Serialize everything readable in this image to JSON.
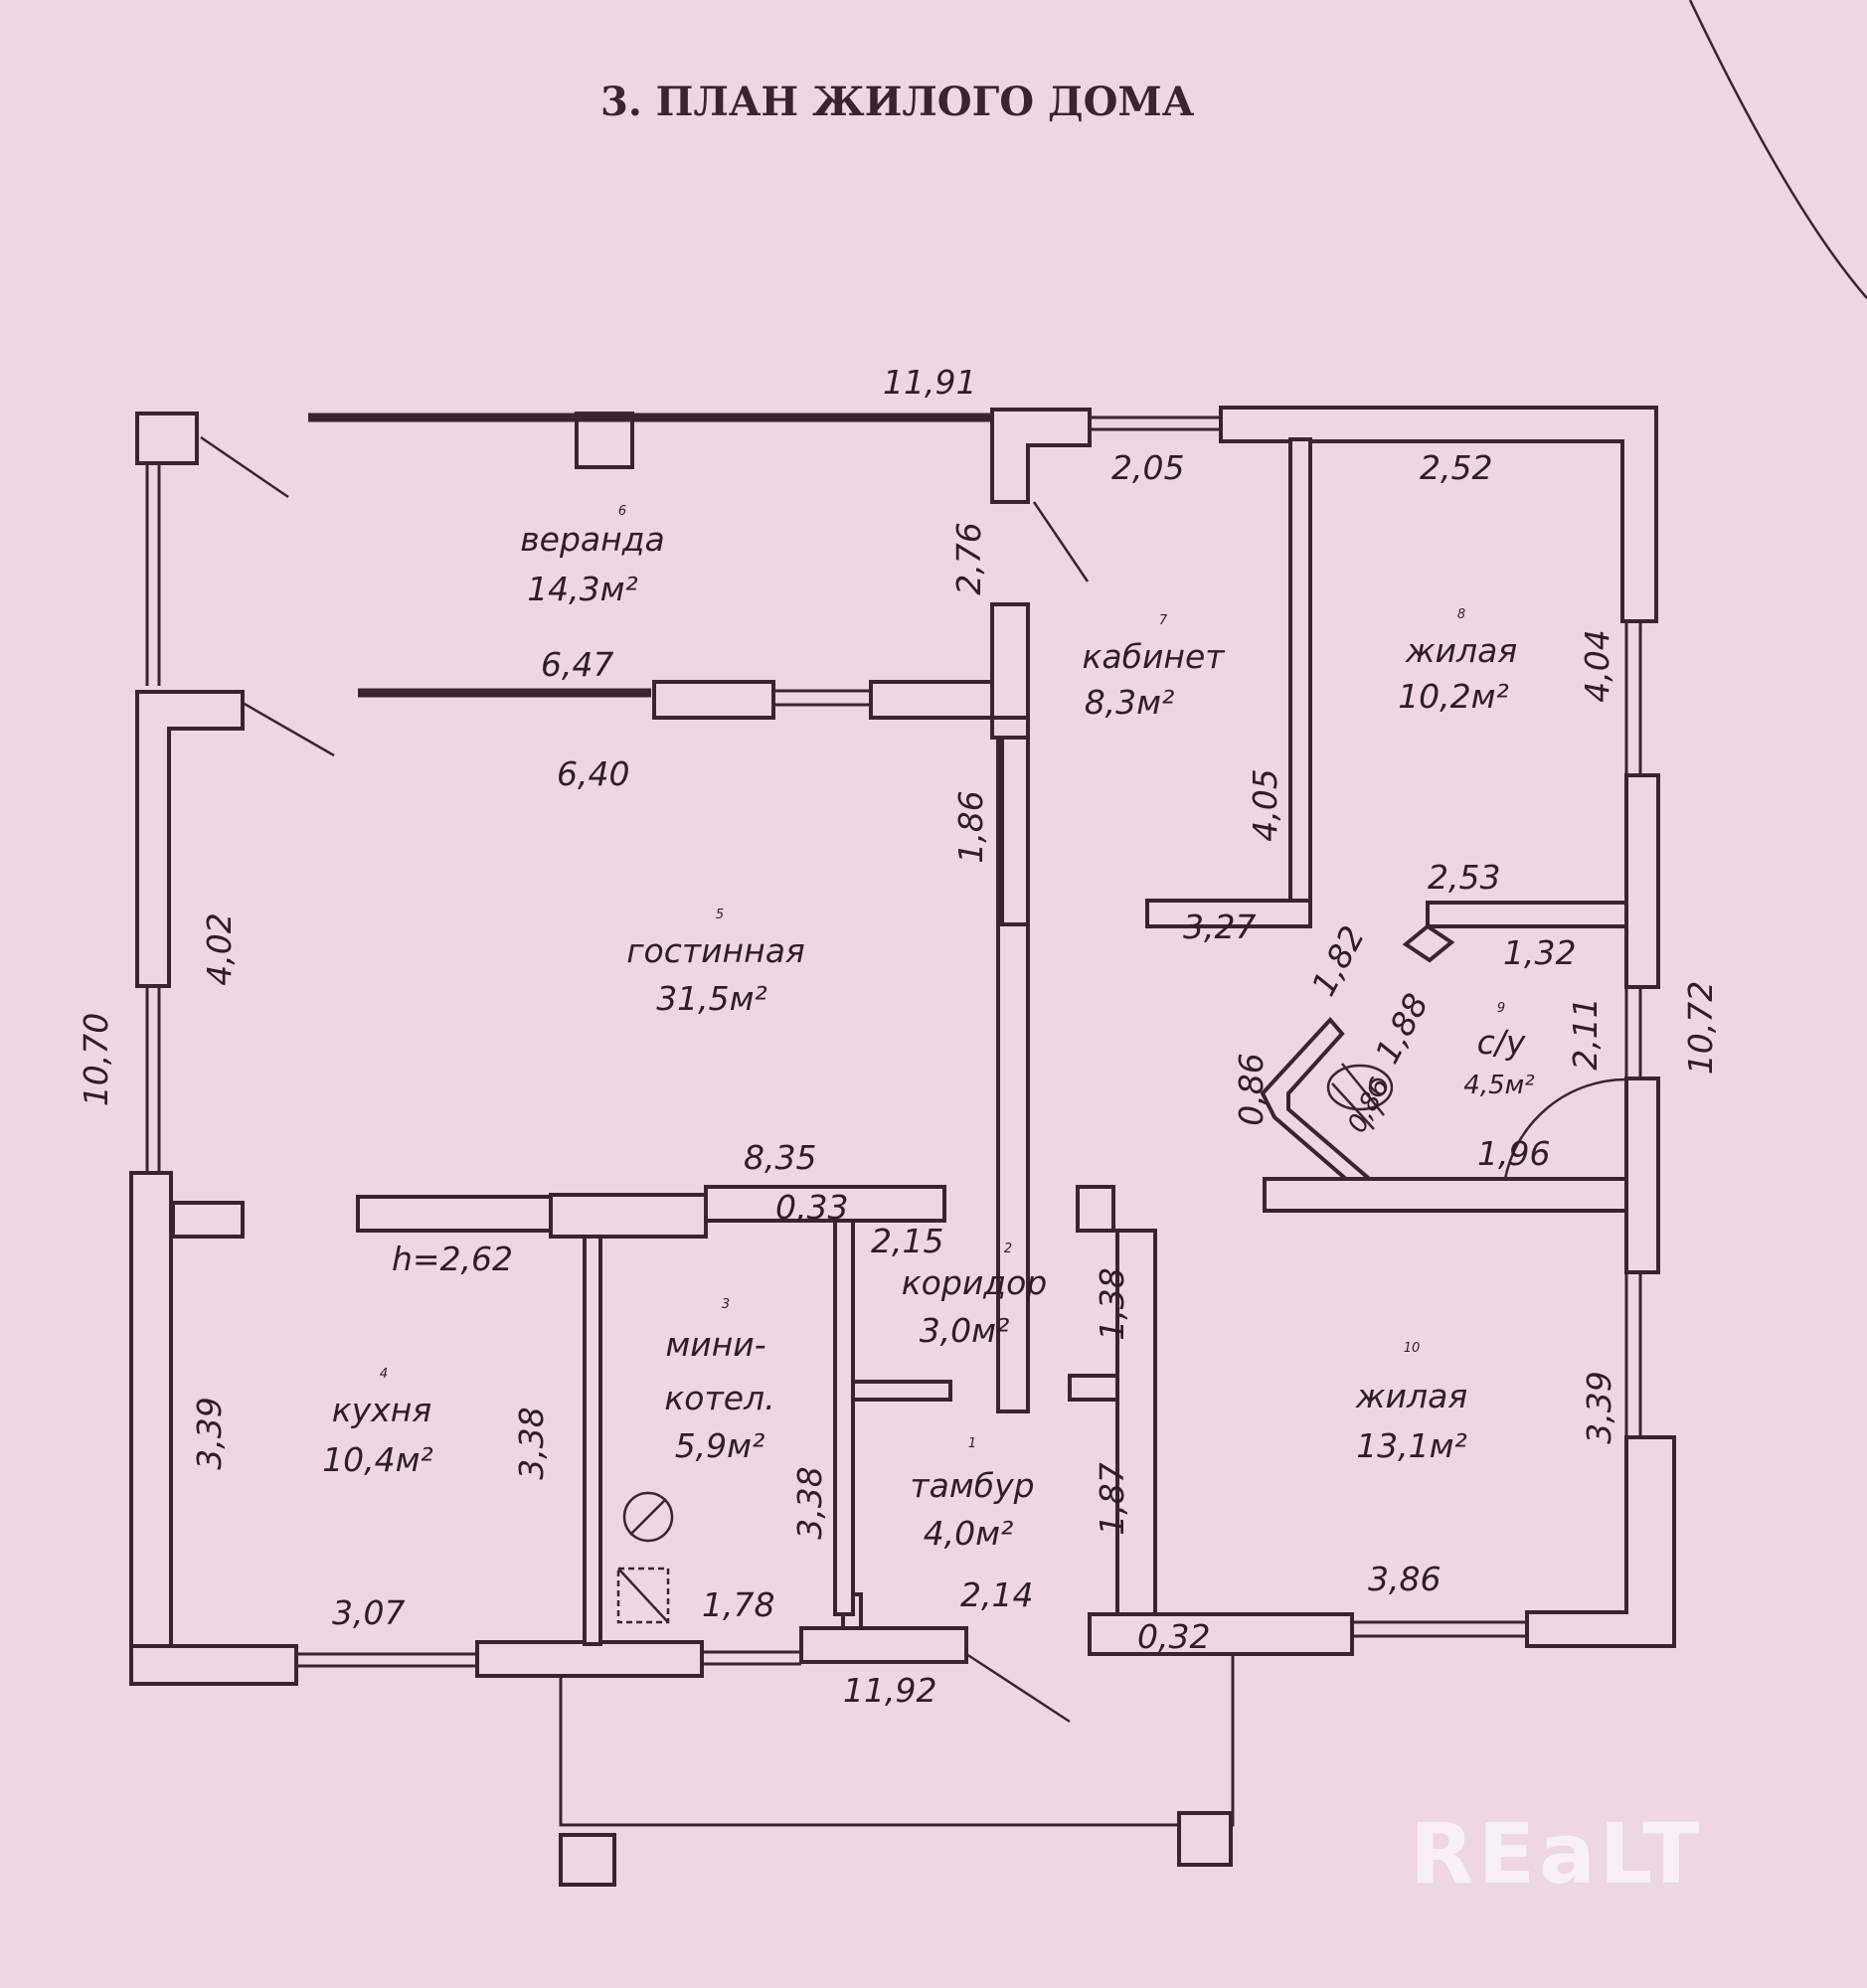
{
  "title": "3. ПЛАН ЖИЛОГО ДОМА",
  "watermark": "REaLT",
  "rooms": [
    {
      "num": "1",
      "name": "тамбур",
      "area": "4,0м²"
    },
    {
      "num": "2",
      "name": "коридор",
      "area": "3,0м²"
    },
    {
      "num": "3",
      "name": "мини-",
      "name2": "котел.",
      "area": "5,9м²"
    },
    {
      "num": "4",
      "name": "кухня",
      "area": "10,4м²"
    },
    {
      "num": "5",
      "name": "гостинная",
      "area": "31,5м²"
    },
    {
      "num": "6",
      "name": "веранда",
      "area": "14,3м²"
    },
    {
      "num": "7",
      "name": "кабинет",
      "area": "8,3м²"
    },
    {
      "num": "8",
      "name": "жилая",
      "area": "10,2м²"
    },
    {
      "num": "9",
      "name": "с/у",
      "area": "4,5м²"
    },
    {
      "num": "10",
      "name": "жилая",
      "area": "13,1м²"
    }
  ],
  "dimensions": {
    "top_total": "11,91",
    "bottom_total": "11,92",
    "left_total": "10,70",
    "right_total": "10,72",
    "veranda_inner": "6,47",
    "living_top": "6,40",
    "veranda_depth": "2,76",
    "office_width": "2,05",
    "bedroom8_width": "2,52",
    "bedroom8_depth": "4,04",
    "office_depth": "4,05",
    "living_left": "4,02",
    "living_right": "1,86",
    "office_bottom": "3,27",
    "bath_top": "2,53",
    "bath_top_right": "1,32",
    "bath_diag1": "1,82",
    "bath_diag2": "1,88",
    "bath_side": "0,86",
    "bath_inner": "0,86",
    "bath_bottom": "1,96",
    "bath_right": "2,11",
    "partition_total": "8,35",
    "partition_thickness": "0,33",
    "corridor_width": "2,15",
    "corridor_depth": "1,38",
    "vestibule_depth": "1,87",
    "ceiling_height": "h=2,62",
    "kitchen_left": "3,39",
    "kitchen_right": "3,38",
    "boiler_right": "3,38",
    "bedroom10_right": "3,39",
    "kitchen_bottom": "3,07",
    "boiler_bottom": "1,78",
    "vestibule_bottom": "2,14",
    "bedroom10_bottom": "3,86",
    "wall_thickness": "0,32"
  }
}
